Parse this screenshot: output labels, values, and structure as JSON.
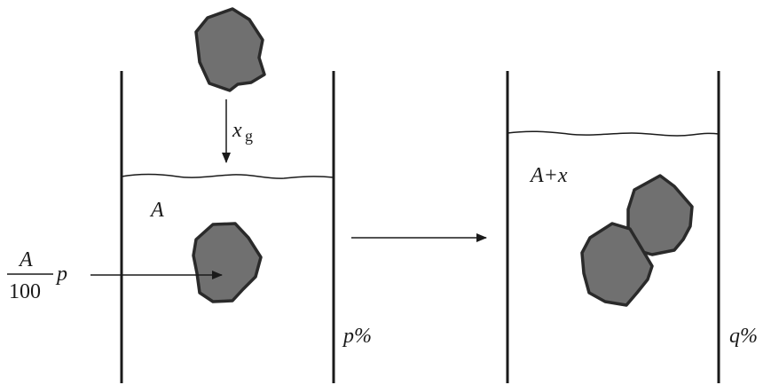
{
  "labels": {
    "falling_amount": "x",
    "falling_unit": "g",
    "left_volume": "A",
    "left_solute_numerator": "A",
    "left_solute_denominator": "100",
    "left_solute_factor": "p",
    "left_concentration": "p%",
    "right_volume": "A+x",
    "right_concentration": "q%"
  },
  "colors": {
    "rock_fill": "#707070",
    "rock_stroke": "#2a2a2a",
    "line": "#1a1a1a"
  }
}
